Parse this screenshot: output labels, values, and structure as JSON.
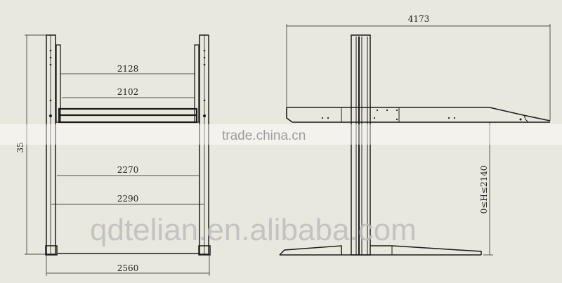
{
  "front_view": {
    "dimensions": {
      "top_inner_width": "2128",
      "platform_width": "2102",
      "lower_inner_width": "2270",
      "lower_outer_width": "2290",
      "overall_width": "2560",
      "height": "35"
    }
  },
  "side_view": {
    "dimensions": {
      "overall_length": "4173",
      "lift_height_range": "0≤H≤2140"
    }
  },
  "watermark": {
    "line1": "trade.china.cn",
    "line2": "qdtelian.en.alibaba.com"
  },
  "colors": {
    "background": "#e9e8de",
    "line": "#1a1a1a",
    "watermark": "#b8b8b8"
  }
}
